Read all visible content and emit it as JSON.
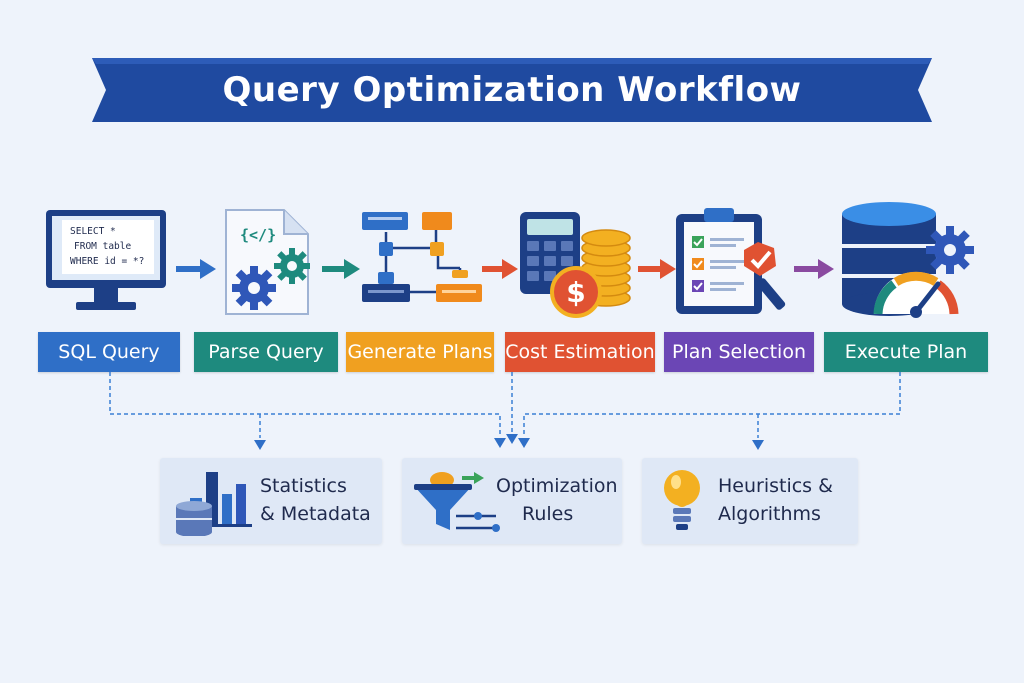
{
  "title": "Query Optimization Workflow",
  "steps": [
    {
      "label": "SQL Query",
      "color": "#2f6fc7",
      "icon": "monitor-sql-icon"
    },
    {
      "label": "Parse Query",
      "color": "#1e8a7e",
      "icon": "document-gears-icon"
    },
    {
      "label": "Generate Plans",
      "color": "#f0a020",
      "icon": "flowchart-icon"
    },
    {
      "label": "Cost Estimation",
      "color": "#e05232",
      "icon": "calculator-coins-icon"
    },
    {
      "label": "Plan Selection",
      "color": "#6b46b5",
      "icon": "checklist-icon"
    },
    {
      "label": "Execute Plan",
      "color": "#1e8a7e",
      "icon": "database-gauge-icon"
    }
  ],
  "code": {
    "line1": "SELECT *",
    "line2": "FROM table",
    "line3": "WHERE id = *?"
  },
  "parse_glyph": "{</}",
  "resources": [
    {
      "line1": "Statistics",
      "line2": "& Metadata",
      "icon": "bar-chart-database-icon"
    },
    {
      "line1": "Optimization",
      "line2": "Rules",
      "icon": "funnel-icon"
    },
    {
      "line1": "Heuristics &",
      "line2": "Algorithms",
      "icon": "lightbulb-icon"
    }
  ],
  "colors": {
    "banner": "#1f4aa0",
    "connector": "#3a7fd5",
    "arrow_blue": "#2f6fc7",
    "arrow_teal": "#1e8a7e",
    "arrow_red": "#e05232",
    "arrow_purple": "#8a4aa0"
  }
}
